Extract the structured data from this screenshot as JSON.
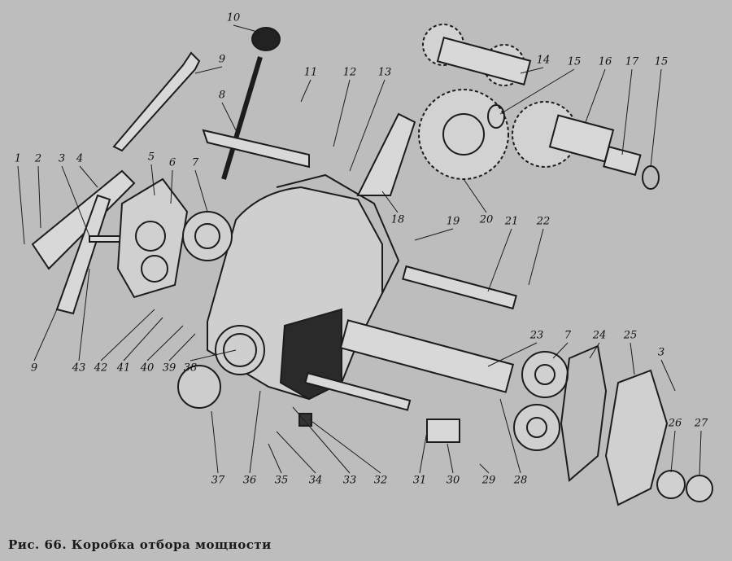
{
  "caption": "Рис. 66. Коробка отбора мощности",
  "part_labels": [
    "1",
    "2",
    "3",
    "4",
    "5",
    "6",
    "7",
    "8",
    "9",
    "10",
    "11",
    "12",
    "13",
    "14",
    "15",
    "16",
    "17",
    "15",
    "18",
    "19",
    "20",
    "21",
    "22",
    "23",
    "7",
    "24",
    "25",
    "3",
    "26",
    "27",
    "28",
    "29",
    "30",
    "31",
    "32",
    "33",
    "34",
    "35",
    "36",
    "37",
    "38",
    "39",
    "40",
    "41",
    "42",
    "43",
    "9"
  ]
}
